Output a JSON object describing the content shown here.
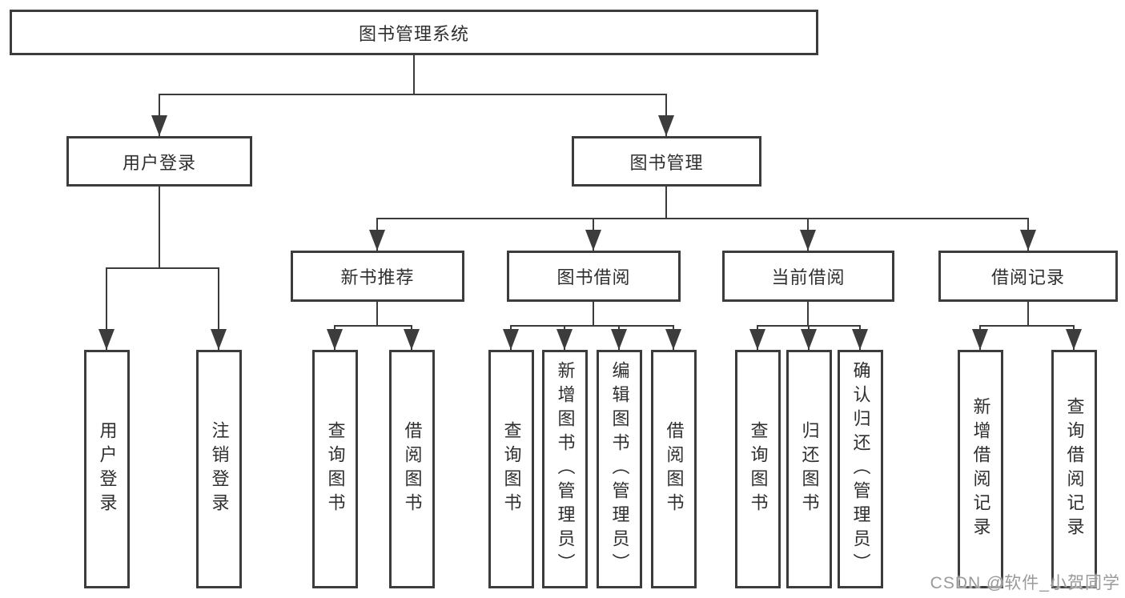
{
  "colors": {
    "line": "#3c3c3c",
    "box_border": "#3c3c3c",
    "text": "#2f2f2f",
    "background": "#ffffff",
    "watermark": "#9a9a9a"
  },
  "diagram": {
    "root": {
      "label": "图书管理系统"
    },
    "level2": {
      "user_login": {
        "label": "用户登录"
      },
      "book_management": {
        "label": "图书管理"
      }
    },
    "level3": {
      "new_book_recommend": {
        "label": "新书推荐"
      },
      "book_borrowing": {
        "label": "图书借阅"
      },
      "current_borrowing": {
        "label": "当前借阅"
      },
      "borrowing_records": {
        "label": "借阅记录"
      }
    },
    "leaves": {
      "user_login": {
        "label": "用户登录"
      },
      "logout": {
        "label": "注销登录"
      },
      "recommend_query_books": {
        "label": "查询图书"
      },
      "recommend_borrow_books": {
        "label": "借阅图书"
      },
      "borrowing_query_books": {
        "label": "查询图书"
      },
      "borrowing_add_books": {
        "label": "新增图书（管理员）"
      },
      "borrowing_edit_books": {
        "label": "编辑图书（管理员）"
      },
      "borrowing_borrow_books": {
        "label": "借阅图书"
      },
      "current_query_books": {
        "label": "查询图书"
      },
      "current_return_books": {
        "label": "归还图书"
      },
      "current_confirm_return": {
        "label": "确认归还（管理员）"
      },
      "records_add_record": {
        "label": "新增借阅记录"
      },
      "records_query_record": {
        "label": "查询借阅记录"
      }
    }
  },
  "watermark": {
    "text": "CSDN @软件_小贺同学"
  }
}
